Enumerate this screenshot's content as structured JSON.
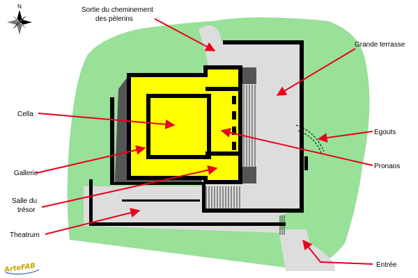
{
  "compass": {
    "north_letter": "N"
  },
  "labels": {
    "sortie_line1": "Sortie du cheminement",
    "sortie_line2": "des pèlerins",
    "grande_terrasse": "Grande terrasse",
    "cella": "Cella",
    "egouts": "Egouts",
    "pronaos": "Pronaos",
    "gallerie": "Gallerie",
    "salle_line1": "Salle du",
    "salle_line2": "trésor",
    "theatrum": "Theatrum",
    "entree": "Entrée"
  },
  "logo": {
    "text": "ArteFAB"
  },
  "colors": {
    "vegetation": "#99e099",
    "terrace": "#dddddd",
    "sanctuary": "#ffff00",
    "walls": "#000000",
    "shadow": "#555555",
    "arrows": "#e8001c"
  }
}
